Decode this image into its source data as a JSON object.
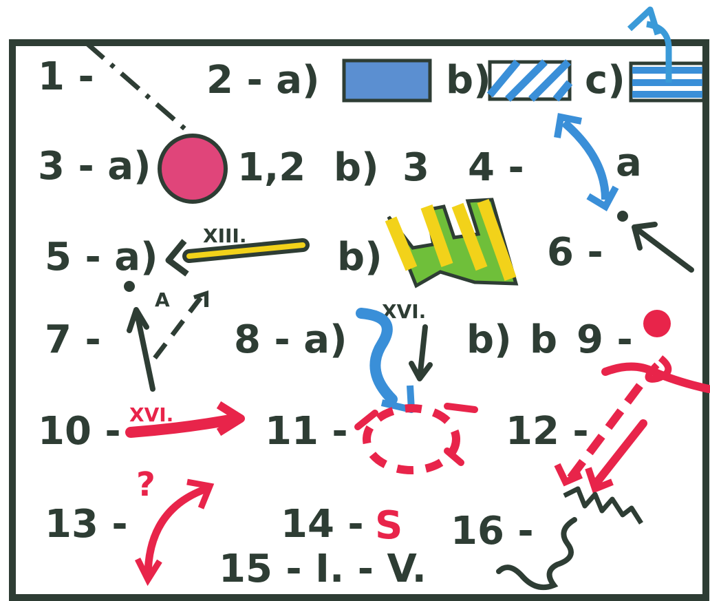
{
  "legend": {
    "items": [
      {
        "key": "1",
        "text": "1 -"
      },
      {
        "key": "2",
        "text": "2 - a)",
        "b": "b)",
        "c": "c)"
      },
      {
        "key": "3",
        "text": "3 - a)",
        "a_value": "1,2",
        "b": "b)",
        "b_value": "3"
      },
      {
        "key": "4",
        "text": "4 -",
        "letter": "a"
      },
      {
        "key": "5",
        "text": "5 - a)",
        "numeral": "XIII.",
        "b": "b)"
      },
      {
        "key": "6",
        "text": "6 -"
      },
      {
        "key": "7",
        "text": "7 -",
        "letter": "A"
      },
      {
        "key": "8",
        "text": "8 - a)",
        "numeral": "XVI.",
        "b": "b)",
        "b_value": "b"
      },
      {
        "key": "9",
        "text": "9 -"
      },
      {
        "key": "10",
        "text": "10 -",
        "numeral": "XVI."
      },
      {
        "key": "11",
        "text": "11 -"
      },
      {
        "key": "12",
        "text": "12 -"
      },
      {
        "key": "13",
        "text": "13 -",
        "mark": "?"
      },
      {
        "key": "14",
        "text": "14 -",
        "mark": "S"
      },
      {
        "key": "15",
        "text": "15 - I. - V."
      },
      {
        "key": "16",
        "text": "16 -"
      }
    ]
  },
  "colors": {
    "ink": "#2e3d34",
    "blue": "#3a8fd8",
    "red": "#e8244a",
    "pink": "#e0457a",
    "yellow": "#f2d21a",
    "green": "#6fbf3a"
  }
}
